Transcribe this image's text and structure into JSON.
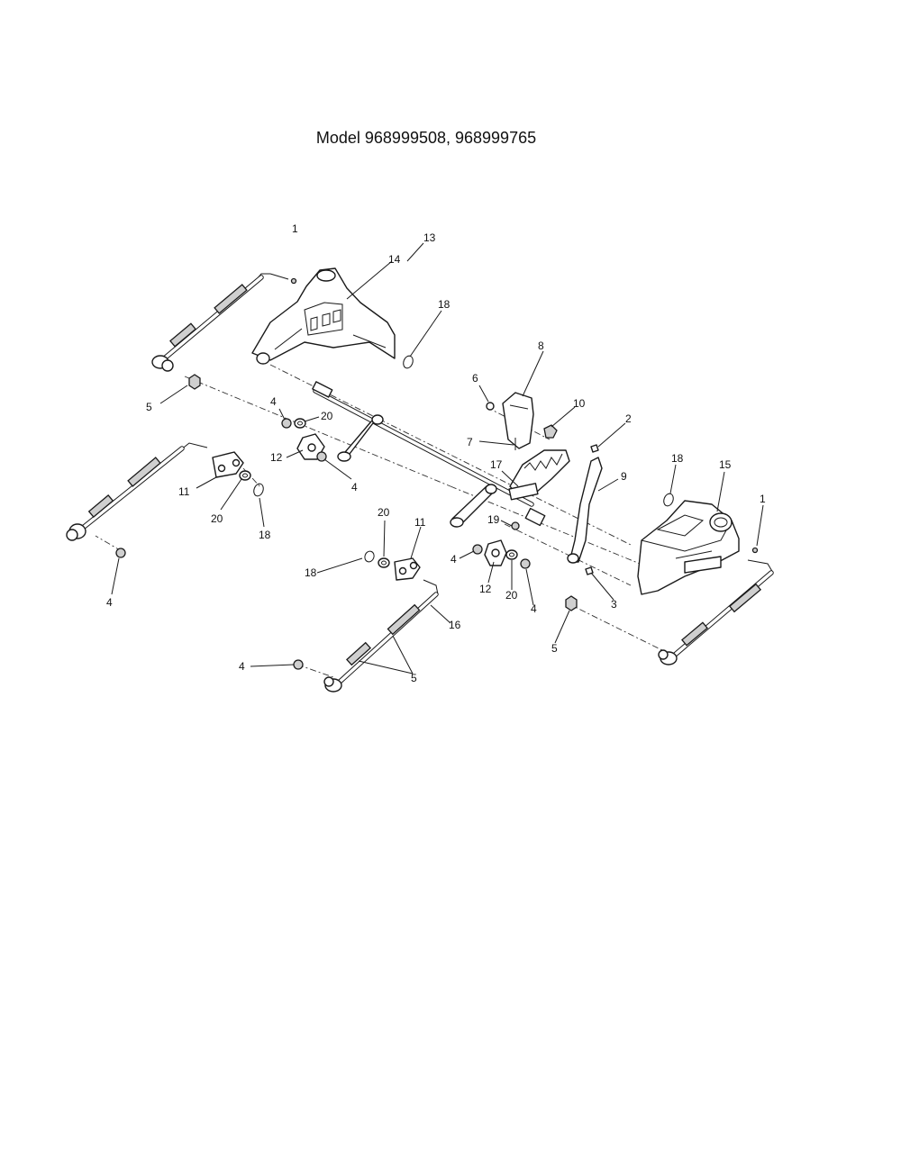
{
  "title": "Model 968999508, 968999765",
  "callouts": [
    {
      "label": "1"
    },
    {
      "label": "14"
    },
    {
      "label": "18"
    },
    {
      "label": "5"
    },
    {
      "label": "4"
    },
    {
      "label": "20"
    },
    {
      "label": "12"
    },
    {
      "label": "4"
    },
    {
      "label": "13"
    },
    {
      "label": "6"
    },
    {
      "label": "8"
    },
    {
      "label": "10"
    },
    {
      "label": "7"
    },
    {
      "label": "2"
    },
    {
      "label": "17"
    },
    {
      "label": "9"
    },
    {
      "label": "18"
    },
    {
      "label": "15"
    },
    {
      "label": "1"
    },
    {
      "label": "11"
    },
    {
      "label": "20"
    },
    {
      "label": "18"
    },
    {
      "label": "4"
    },
    {
      "label": "20"
    },
    {
      "label": "11"
    },
    {
      "label": "18"
    },
    {
      "label": "19"
    },
    {
      "label": "4"
    },
    {
      "label": "12"
    },
    {
      "label": "20"
    },
    {
      "label": "4"
    },
    {
      "label": "3"
    },
    {
      "label": "16"
    },
    {
      "label": "5"
    },
    {
      "label": "4"
    },
    {
      "label": "5"
    }
  ]
}
